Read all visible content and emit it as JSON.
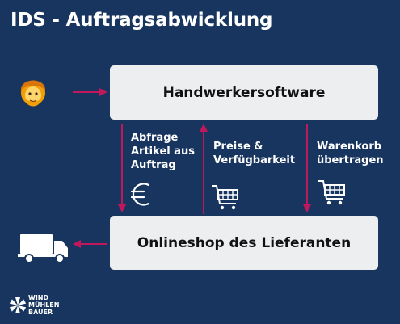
{
  "title": "IDS - Auftragsabwicklung",
  "nodes": {
    "software": "Handwerkersoftware",
    "shop": "Onlineshop des Lieferanten"
  },
  "flows": {
    "query": [
      "Abfrage",
      "Artikel aus",
      "Auftrag"
    ],
    "prices": [
      "Preise &",
      "Verfügbarkeit"
    ],
    "cart": [
      "Warenkorb",
      "übertragen"
    ]
  },
  "logo": [
    "WIND",
    "MÜHLEN",
    "BAUER"
  ],
  "icons": {
    "person": "person-icon",
    "euro": "euro-icon",
    "cart": "shopping-cart-icon",
    "truck": "delivery-truck-icon",
    "logo": "windmill-logo-icon"
  },
  "colors": {
    "background": "#17355f",
    "box": "#eceef0",
    "arrow": "#c2185b",
    "text": "#ffffff"
  }
}
